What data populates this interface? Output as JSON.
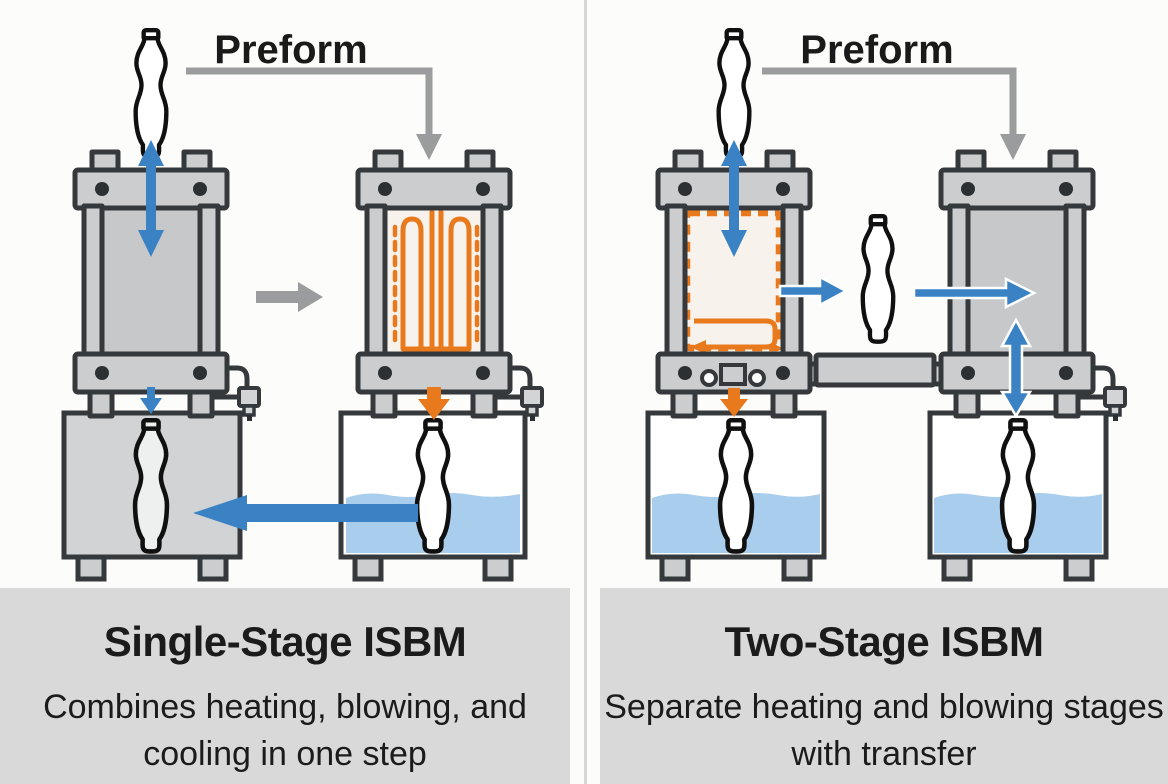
{
  "panels": [
    {
      "preform_label": "Preform",
      "title": "Single-Stage ISBM",
      "description": "Combines heating, blowing, and cooling in one step"
    },
    {
      "preform_label": "Preform",
      "title": "Two-Stage ISBM",
      "description": "Separate heating and blowing stages with transfer"
    }
  ],
  "colors": {
    "accent_blue": "#3b82c5",
    "accent_orange": "#e8791d",
    "machine_gray": "#cbcdce",
    "outline_dark": "#35393c",
    "water_blue": "#a9cdec",
    "arrow_gray": "#9b9c9e",
    "heater_cream": "#f7f3ec",
    "caption_background": "#d9d9d9"
  }
}
